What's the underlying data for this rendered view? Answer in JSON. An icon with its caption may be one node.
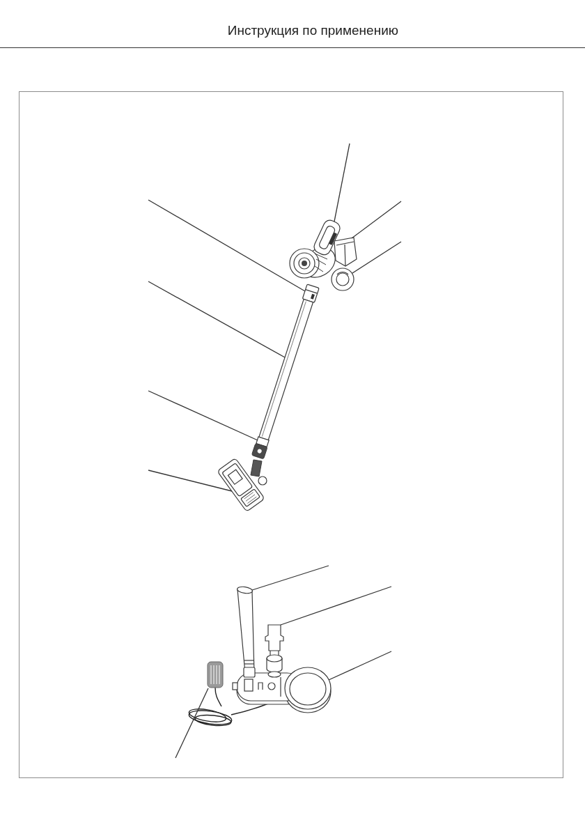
{
  "diagram": {
    "title": "Инструкция по применению",
    "nodes": [
      {
        "text": [],
        "shape": "picture"
      },
      {
        "text": [],
        "shape": "picture"
      },
      {
        "text": [],
        "shape": "picture"
      },
      {
        "text": [],
        "shape": "picture"
      },
      {
        "text": [],
        "shape": "picture"
      },
      {
        "text": [],
        "shape": "picture"
      },
      {
        "text": [],
        "shape": "picture"
      },
      {
        "text": [],
        "shape": "picture"
      },
      {
        "text": [],
        "shape": "picture"
      },
      {
        "text": [],
        "shape": "picture"
      },
      {
        "text": [],
        "shape": "picture"
      }
    ],
    "edges": [
      {
        "from": null,
        "to": 0,
        "arrow": "none"
      },
      {
        "from": null,
        "to": 1,
        "arrow": "none"
      },
      {
        "from": null,
        "to": 2,
        "arrow": "none"
      },
      {
        "from": null,
        "to": 3,
        "arrow": "none"
      },
      {
        "from": null,
        "to": 4,
        "arrow": "none"
      },
      {
        "from": null,
        "to": 5,
        "arrow": "none"
      },
      {
        "from": null,
        "to": 6,
        "arrow": "none"
      },
      {
        "from": null,
        "to": 7,
        "arrow": "none"
      },
      {
        "from": null,
        "to": 8,
        "arrow": "none"
      },
      {
        "from": null,
        "to": 9,
        "arrow": "none"
      },
      {
        "from": null,
        "to": 10,
        "arrow": "none"
      }
    ]
  }
}
